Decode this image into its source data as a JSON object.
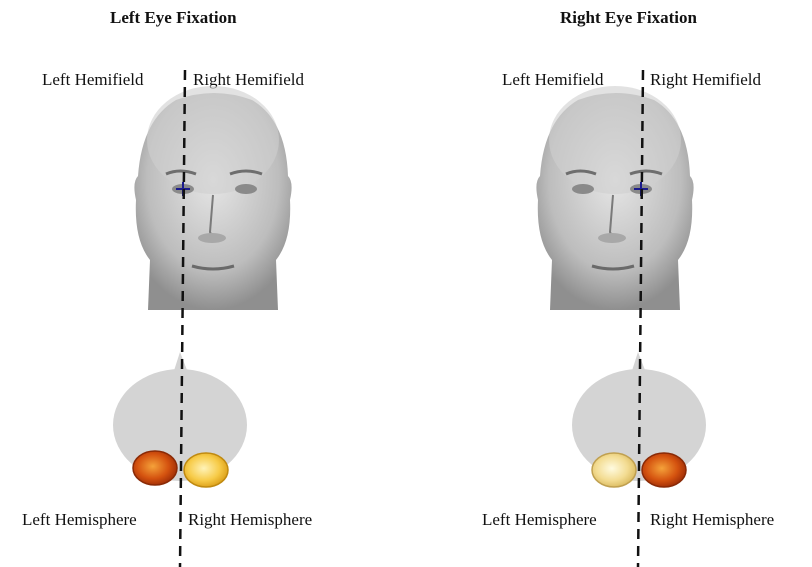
{
  "panels": [
    {
      "title": "Left Eye Fixation",
      "left_hemifield_label": "Left Hemifield",
      "right_hemifield_label": "Right Hemifield",
      "left_hemisphere_label": "Left Hemisphere",
      "right_hemisphere_label": "Right Hemisphere",
      "fixated_eye": "left",
      "active_hemisphere": "left"
    },
    {
      "title": "Right Eye Fixation",
      "left_hemifield_label": "Left Hemifield",
      "right_hemifield_label": "Right Hemifield",
      "left_hemisphere_label": "Left Hemisphere",
      "right_hemisphere_label": "Right Hemisphere",
      "fixated_eye": "right",
      "active_hemisphere": "right"
    }
  ],
  "colors": {
    "brain": "#d4d4d4",
    "active_blob": "#c53a0c",
    "inactive_blob": "#f7c640",
    "fixation_cross": "#1a1a8c",
    "divider": "#111111"
  }
}
